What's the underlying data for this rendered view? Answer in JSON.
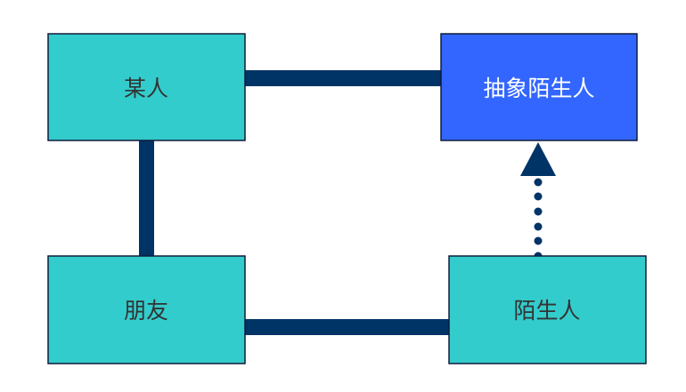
{
  "nodes": {
    "someone": {
      "label": "某人",
      "fill": "#33cccc",
      "text_color": "#333333"
    },
    "abstract_stranger": {
      "label": "抽象陌生人",
      "fill": "#3366ff",
      "text_color": "#ffffff"
    },
    "friend": {
      "label": "朋友",
      "fill": "#33cccc",
      "text_color": "#333333"
    },
    "stranger": {
      "label": "陌生人",
      "fill": "#33cccc",
      "text_color": "#333333"
    }
  },
  "edges": [
    {
      "from": "someone",
      "to": "abstract_stranger",
      "style": "solid"
    },
    {
      "from": "someone",
      "to": "friend",
      "style": "solid"
    },
    {
      "from": "friend",
      "to": "stranger",
      "style": "solid"
    },
    {
      "from": "stranger",
      "to": "abstract_stranger",
      "style": "dotted-arrow"
    }
  ],
  "colors": {
    "connector": "#003366",
    "box_border": "#0f1b3a"
  }
}
